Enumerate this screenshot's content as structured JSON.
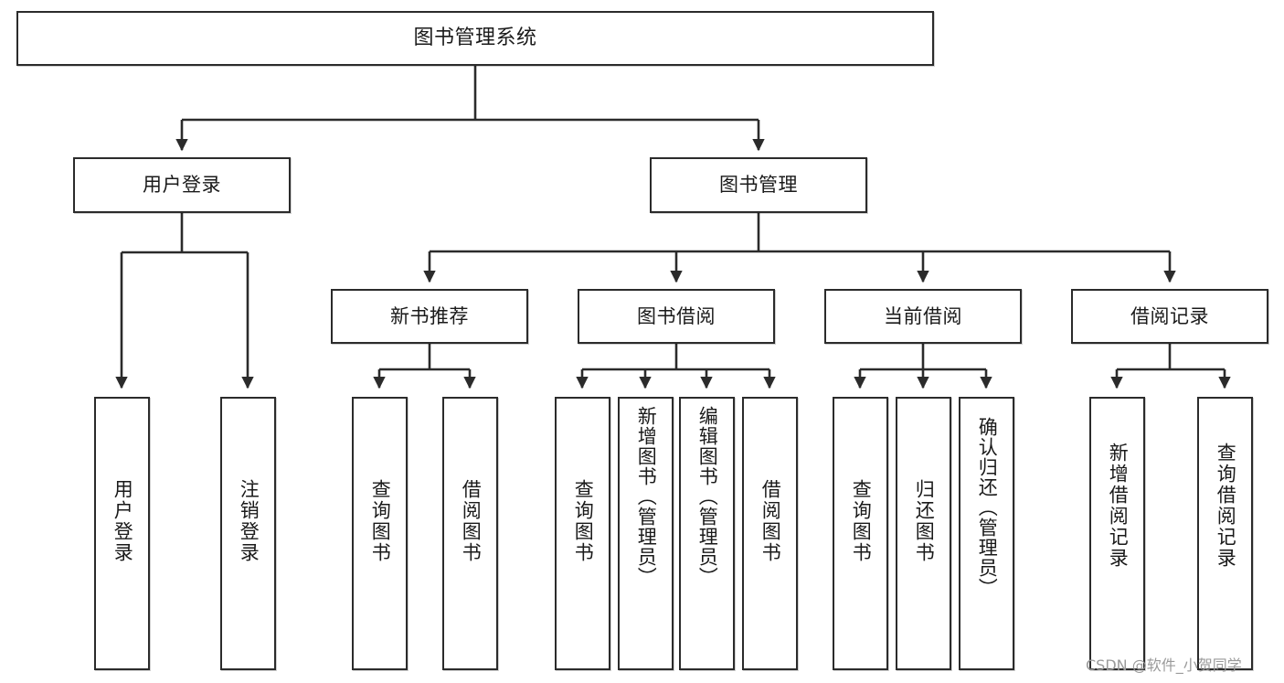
{
  "diagram": {
    "title": "图书管理系统",
    "type": "hierarchy-tree",
    "watermark": "CSDN @软件_小贺同学",
    "colors": {
      "stroke": "#2b2b2b",
      "fill": "#ffffff",
      "text": "#1a1a1a",
      "watermark": "#9a9a9a"
    },
    "root": {
      "label": "图书管理系统"
    },
    "level2": [
      {
        "label": "用户登录"
      },
      {
        "label": "图书管理"
      }
    ],
    "level3": [
      {
        "label": "新书推荐"
      },
      {
        "label": "图书借阅"
      },
      {
        "label": "当前借阅"
      },
      {
        "label": "借阅记录"
      }
    ],
    "leaves": {
      "user_login": [
        {
          "label": "用户登录"
        },
        {
          "label": "注销登录"
        }
      ],
      "new_book_recommend": [
        {
          "label": "查询图书"
        },
        {
          "label": "借阅图书"
        }
      ],
      "book_borrow": [
        {
          "label": "查询图书"
        },
        {
          "label": "新增图书（管理员）"
        },
        {
          "label": "编辑图书（管理员）"
        },
        {
          "label": "借阅图书"
        }
      ],
      "current_borrow": [
        {
          "label": "查询图书"
        },
        {
          "label": "归还图书"
        },
        {
          "label": "确认归还（管理员）"
        }
      ],
      "borrow_record": [
        {
          "label": "新增借阅记录"
        },
        {
          "label": "查询借阅记录"
        }
      ]
    }
  }
}
